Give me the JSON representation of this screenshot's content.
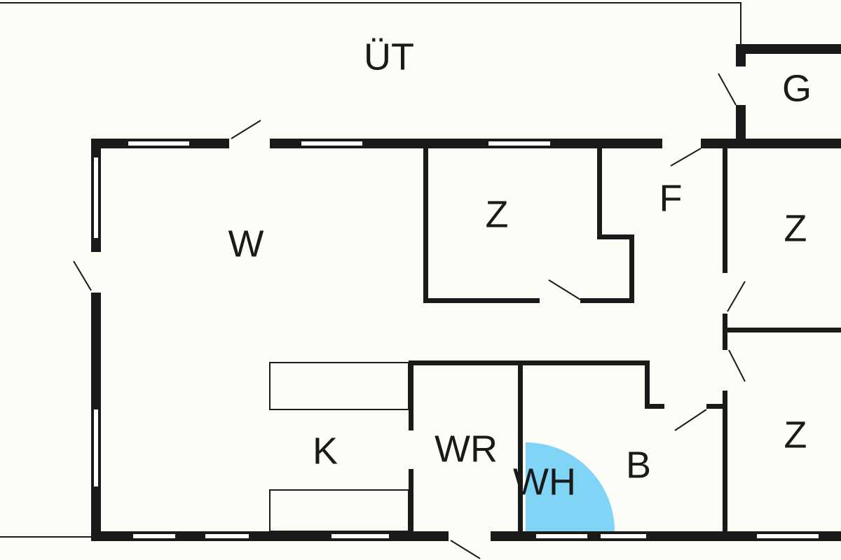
{
  "plan": {
    "rooms": {
      "outdoor": "ÜT",
      "garage": "G",
      "living": "W",
      "bedroom_1": "Z",
      "hall": "F",
      "bedroom_2": "Z",
      "bedroom_3": "Z",
      "kitchen": "K",
      "toilet": "WR",
      "whirlpool": "WH",
      "bathroom": "B"
    },
    "colors": {
      "whirlpool": "#80d4f6",
      "wall": "#1a1a1a",
      "background": "#fdfdf7"
    }
  }
}
